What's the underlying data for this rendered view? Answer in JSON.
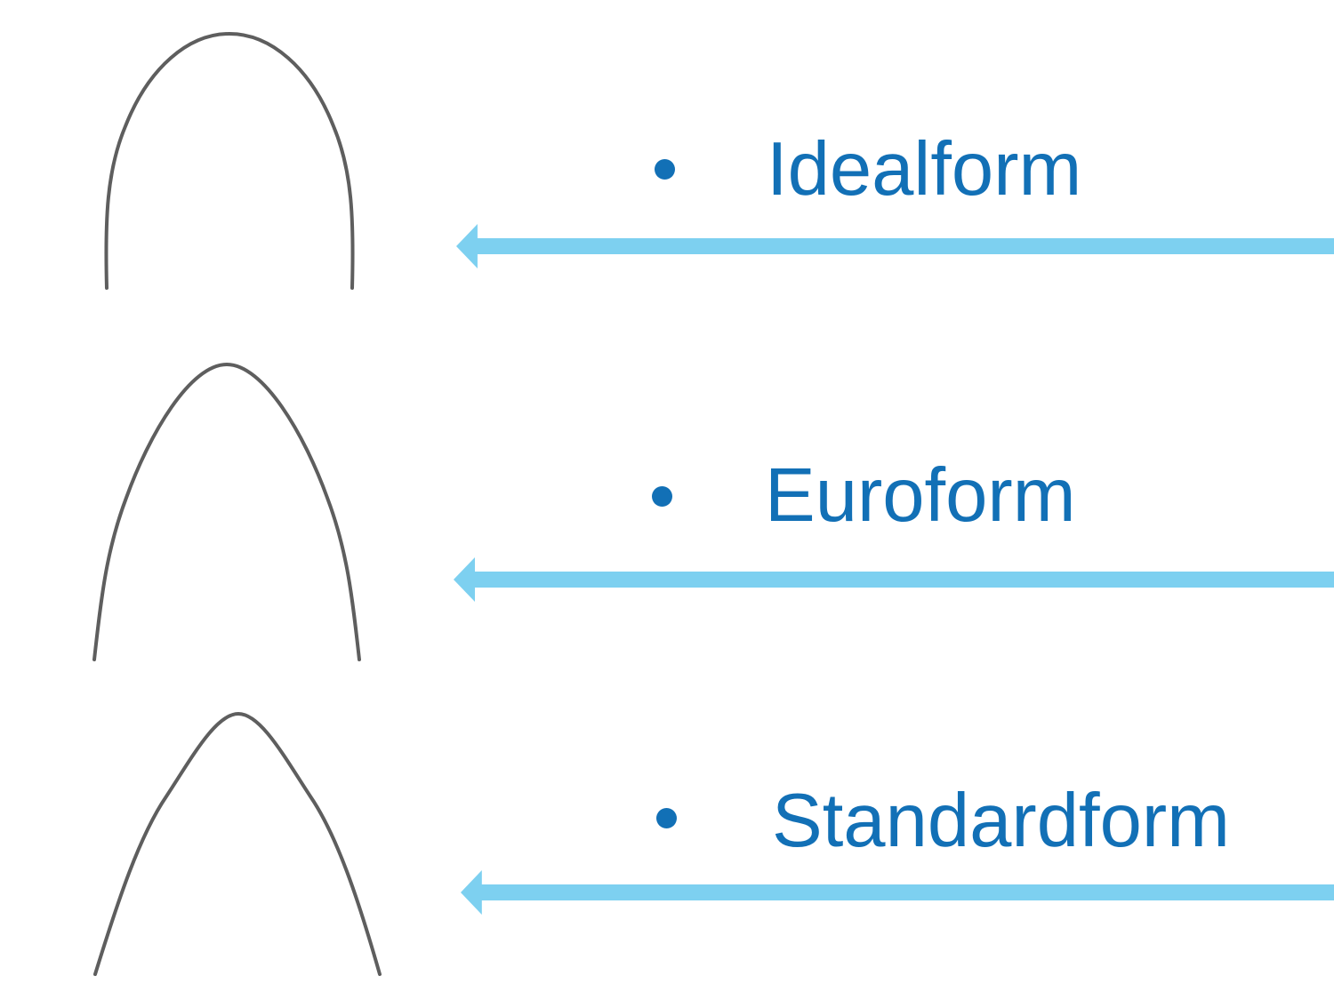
{
  "slide": {
    "colors": {
      "text-blue": "#1270b6",
      "arrow-blue": "#7dd0f0",
      "wire-gray": "#5e5e5e",
      "slide-bg": "#ffffff"
    },
    "items": [
      {
        "label": "Idealform",
        "bullet_icon": "bullet-dot",
        "wire_icon": "idealform-archwire",
        "arrow_icon": "left-arrow"
      },
      {
        "label": "Euroform",
        "bullet_icon": "bullet-dot",
        "wire_icon": "euroform-archwire",
        "arrow_icon": "left-arrow"
      },
      {
        "label": "Standardform",
        "bullet_icon": "bullet-dot",
        "wire_icon": "standardform-archwire",
        "arrow_icon": "left-arrow"
      }
    ]
  }
}
